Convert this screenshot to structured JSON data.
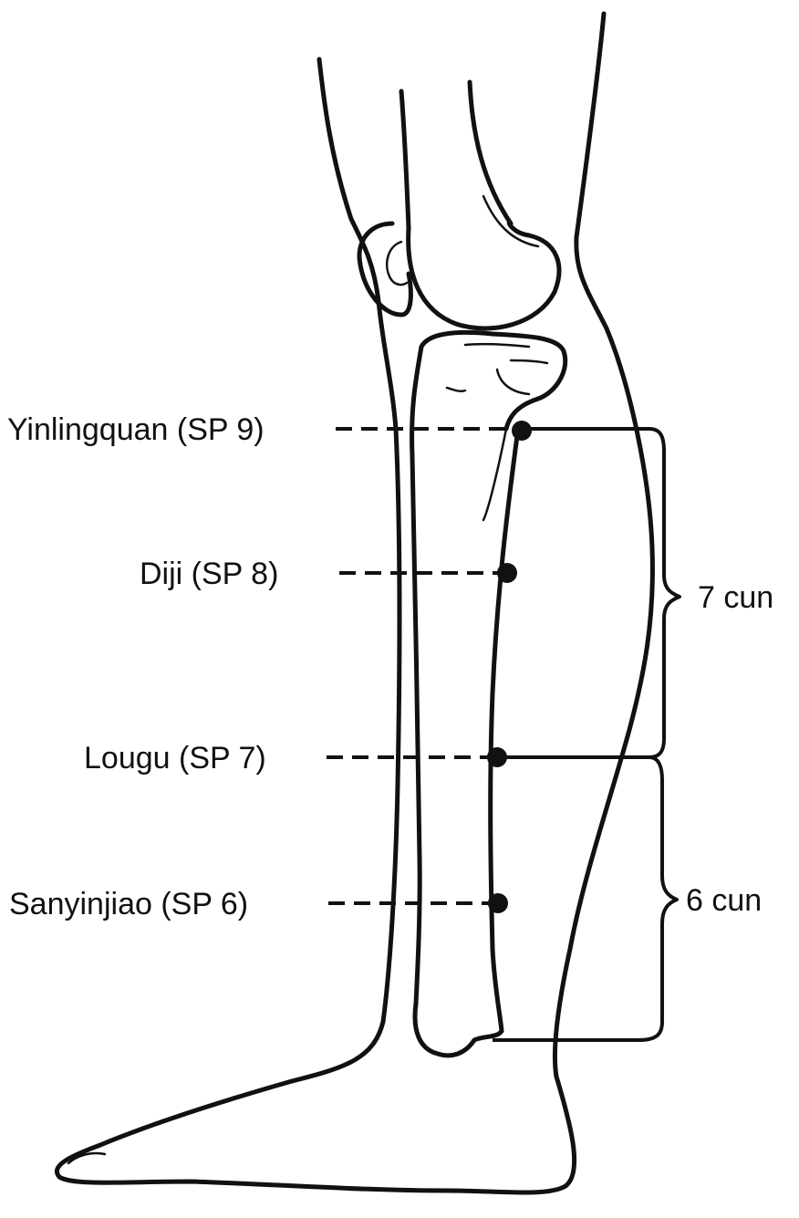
{
  "points": [
    {
      "label": "Yinlingquan (SP 9)"
    },
    {
      "label": "Diji (SP 8)"
    },
    {
      "label": "Lougu (SP 7)"
    },
    {
      "label": "Sanyinjiao (SP 6)"
    }
  ],
  "measurements": [
    {
      "label": "7 cun"
    },
    {
      "label": "6 cun"
    }
  ]
}
